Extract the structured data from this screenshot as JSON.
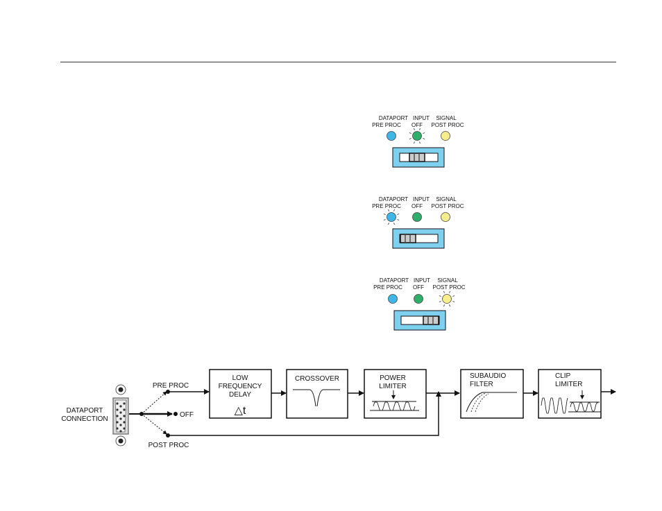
{
  "led_panels": [
    {
      "labels": [
        "DATAPORT",
        "INPUT",
        "SIGNAL",
        "PRE PROC",
        "OFF",
        "POST PROC"
      ],
      "active_index": 1,
      "switch_position": "center"
    },
    {
      "labels": [
        "DATAPORT",
        "INPUT",
        "SIGNAL",
        "PRE PROC",
        "OFF",
        "POST PROC"
      ],
      "active_index": 0,
      "switch_position": "left"
    },
    {
      "labels": [
        "DATAPORT",
        "INPUT",
        "SIGNAL",
        "PRE PROC",
        "OFF",
        "POST PROC"
      ],
      "active_index": 2,
      "switch_position": "right"
    }
  ],
  "led_colors": [
    "#3fb6e6",
    "#2fae6a",
    "#f6ee8a"
  ],
  "switch_color": "#7fd0ee",
  "connector": {
    "label_line1": "DATAPORT",
    "label_line2": "CONNECTION",
    "pre_proc": "PRE PROC",
    "off": "OFF",
    "post_proc": "POST PROC"
  },
  "blocks": {
    "lfd": [
      "LOW",
      "FREQUENCY",
      "DELAY"
    ],
    "lfd_symbol": "△t",
    "crossover": [
      "CROSSOVER"
    ],
    "power_limiter": [
      "POWER",
      "LIMITER"
    ],
    "subaudio_filter": [
      "SUBAUDIO",
      "FILTER"
    ],
    "clip_limiter": [
      "CLIP",
      "LIMITER"
    ]
  }
}
